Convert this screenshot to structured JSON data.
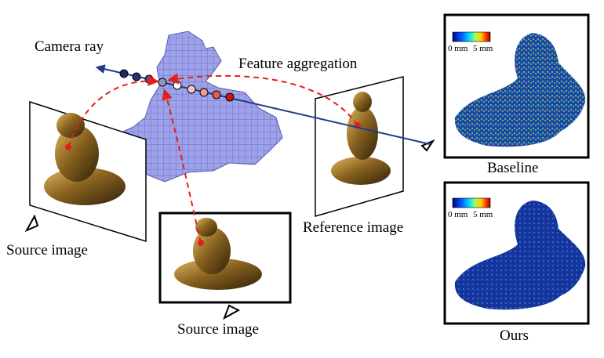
{
  "labels": {
    "camera_ray": "Camera ray",
    "feature_aggregation": "Feature aggregation",
    "reference_image": "Reference image",
    "source_image_left": "Source image",
    "source_image_bottom": "Source image",
    "baseline": "Baseline",
    "ours": "Ours"
  },
  "colorbar": {
    "min_label": "0 mm",
    "max_label": "5 mm"
  },
  "colors": {
    "voxel": "#9a9ee6",
    "ray": "#1f3a8a",
    "arrow_dashed": "#e3201b",
    "statue": "#8a6420"
  }
}
